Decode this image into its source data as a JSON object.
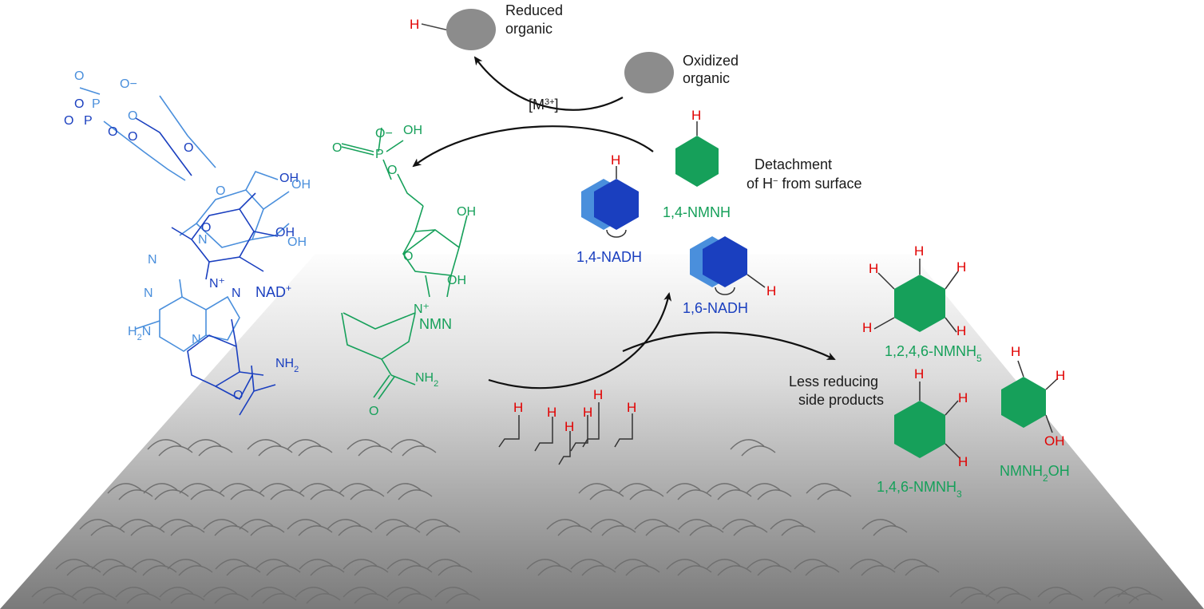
{
  "labels": {
    "reduced_organic": [
      "Reduced",
      "organic"
    ],
    "oxidized_organic": [
      "Oxidized",
      "organic"
    ],
    "metal": "[M",
    "metal_sup": "3+",
    "metal_close": "]",
    "detachment": [
      "Detachment",
      "of H",
      "−",
      " from surface"
    ],
    "nad_plus": "NAD",
    "nad_plus_sup": "+",
    "nmn": "NMN",
    "nadh_14": "1,4-NADH",
    "nadh_16": "1,6-NADH",
    "nmnh_14": "1,4-NMNH",
    "nmnh5": "1,2,4,6-NMNH",
    "nmnh5_sub": "5",
    "nmnh3": "1,4,6-NMNH",
    "nmnh3_sub": "3",
    "nmnh2oh": "NMNH",
    "nmnh2oh_sub": "2",
    "nmnh2oh_tail": "OH",
    "side_products": [
      "Less reducing",
      "side products"
    ],
    "h": "H"
  },
  "atoms": {
    "o": "O",
    "p": "P",
    "oh": "OH",
    "o_minus": "O−",
    "n": "N",
    "n_plus": "N⁺",
    "nh2": "NH",
    "nh2_sub": "2",
    "h2n": "H",
    "h2n_sub": "2",
    "h2n_tail": "N"
  },
  "colors": {
    "green": "#16a05a",
    "dark_blue": "#1a3fbf",
    "light_blue": "#4a8fdc",
    "red": "#e10000",
    "arrow": "#111111",
    "organic_ball": "#8c8c8c",
    "surface_top": "#fbfbfb",
    "surface_bottom": "#7d7d7d"
  }
}
